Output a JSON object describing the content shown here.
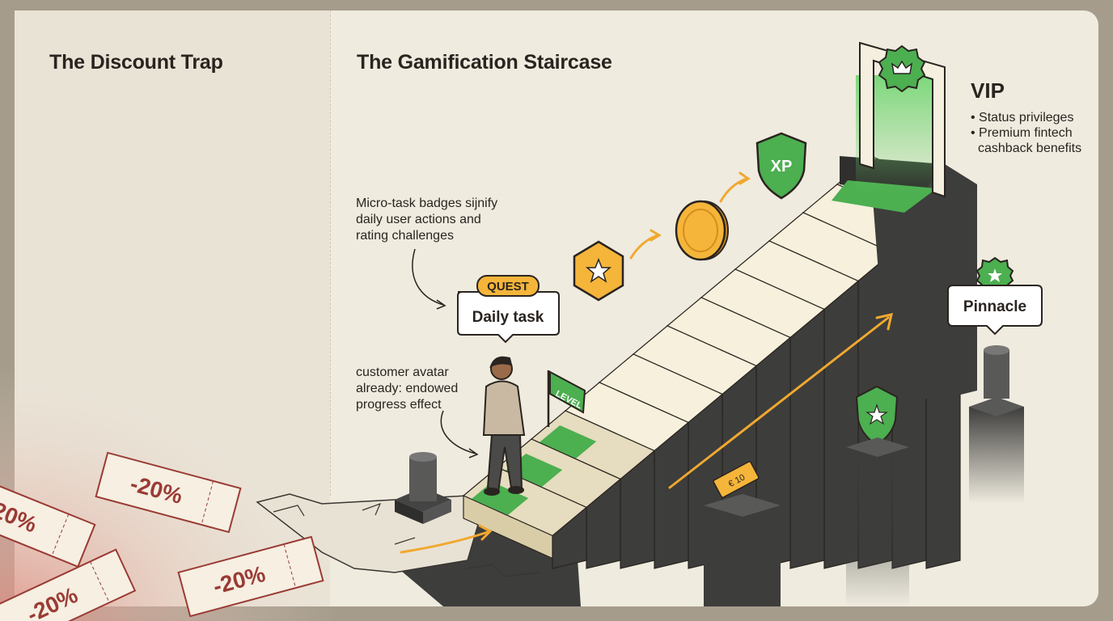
{
  "left_section": {
    "title": "The Discount Trap"
  },
  "right_section": {
    "title": "The Gamification Staircase"
  },
  "annotations": {
    "micro_task": [
      "Micro-task badges sijnify",
      "daily user actions and",
      "rating challenges"
    ],
    "avatar": [
      "customer avatar",
      "already: endowed",
      "progress effect"
    ]
  },
  "quest_bubble": {
    "tag": "QUEST",
    "label": "Daily task"
  },
  "level_flag": "LEVEL",
  "xp_badge": "XP",
  "vip": {
    "title": "VIP",
    "benefits": [
      "• Status privileges",
      "• Premium fintech",
      "cashback benefits"
    ]
  },
  "pinnacle_label": "Pinnacle",
  "discount_tickets": [
    "-20%",
    "-20%",
    "-20%",
    "-20%"
  ],
  "small_ticket": "€ 10",
  "colors": {
    "green": "#4caf50",
    "dark_green": "#2f7d34",
    "gold": "#f5b53a",
    "coupon_red": "#9a3b34",
    "pillar": "#3d3d3b"
  }
}
